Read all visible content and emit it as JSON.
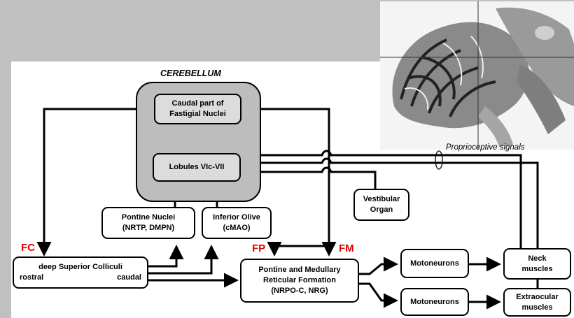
{
  "title": "CEREBELLUM",
  "labels": {
    "fc": "FC",
    "fp": "FP",
    "fm": "FM"
  },
  "annotation": "Proprioceptive signals",
  "nodes": {
    "fastigial": {
      "line1": "Caudal part of",
      "line2": "Fastigial Nuclei"
    },
    "lobules": "Lobules VIc-VII",
    "pontine": {
      "line1": "Pontine Nuclei",
      "line2": "(NRTP, DMPN)"
    },
    "olive": {
      "line1": "Inferior Olive",
      "line2": "(cMAO)"
    },
    "vestibular": {
      "line1": "Vestibular",
      "line2": "Organ"
    },
    "colliculi": {
      "line1": "deep Superior Colliculi",
      "left": "rostral",
      "right": "caudal"
    },
    "reticular": {
      "line1": "Pontine and Medullary",
      "line2": "Reticular Formation",
      "line3": "(NRPO-C, NRG)"
    },
    "moto1": "Motoneurons",
    "moto2": "Motoneurons",
    "neck": {
      "line1": "Neck",
      "line2": "muscles"
    },
    "extraocular": {
      "line1": "Extraocular",
      "line2": "muscles"
    }
  },
  "colors": {
    "label_red": "#e00000",
    "cerebellum_fill": "#bdbdbd",
    "inner_box": "#dcdcdc",
    "frame": "#c0c0c0"
  }
}
